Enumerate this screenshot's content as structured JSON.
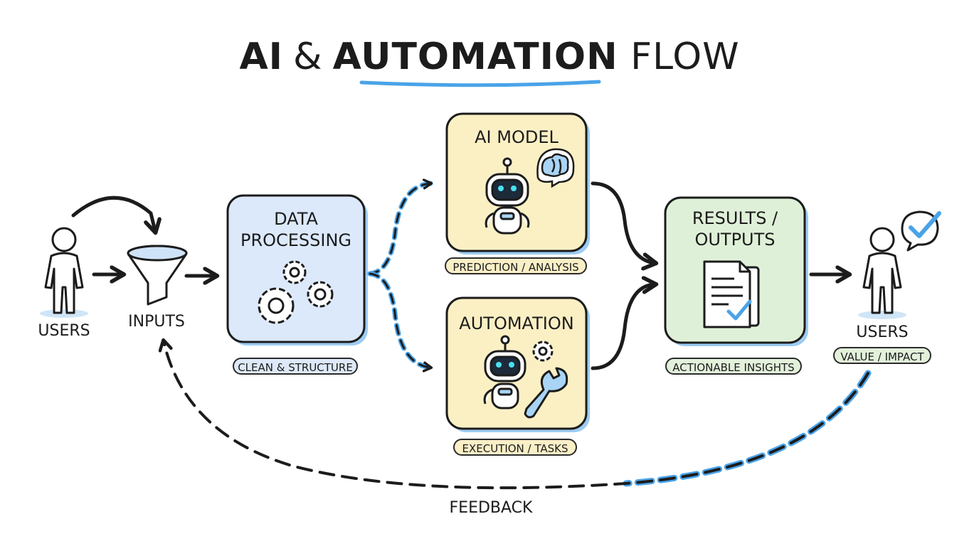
{
  "title": {
    "part1": "AI",
    "amp": "&",
    "part2": "AUTOMATION",
    "part3": "FLOW"
  },
  "nodes": {
    "users_left": "USERS",
    "inputs": "INPUTS",
    "data_processing": {
      "title_line1": "DATA",
      "title_line2": "PROCESSING",
      "tag": "CLEAN & STRUCTURE"
    },
    "ai_model": {
      "title": "AI MODEL",
      "tag": "PREDICTION / ANALYSIS"
    },
    "automation": {
      "title": "AUTOMATION",
      "tag": "EXECUTION / TASKS"
    },
    "results": {
      "title_line1": "RESULTS /",
      "title_line2": "OUTPUTS",
      "tag": "ACTIONABLE INSIGHTS"
    },
    "users_right": {
      "label": "USERS",
      "tag": "VALUE / IMPACT"
    }
  },
  "feedback_label": "FEEDBACK",
  "colors": {
    "ink": "#1c1c1c",
    "accent_blue": "#4aa3e8",
    "box_blue": "#dce9fb",
    "box_yellow": "#fbf0c4",
    "box_green": "#dff0d8",
    "tag_blue": "#dde9f8",
    "tag_yellow": "#fbefc7",
    "tag_green": "#e3f1db"
  },
  "icons": [
    "person-icon",
    "funnel-icon",
    "gears-icon",
    "robot-icon",
    "brain-icon",
    "wrench-icon",
    "document-icon",
    "checkmark-bubble-icon"
  ]
}
